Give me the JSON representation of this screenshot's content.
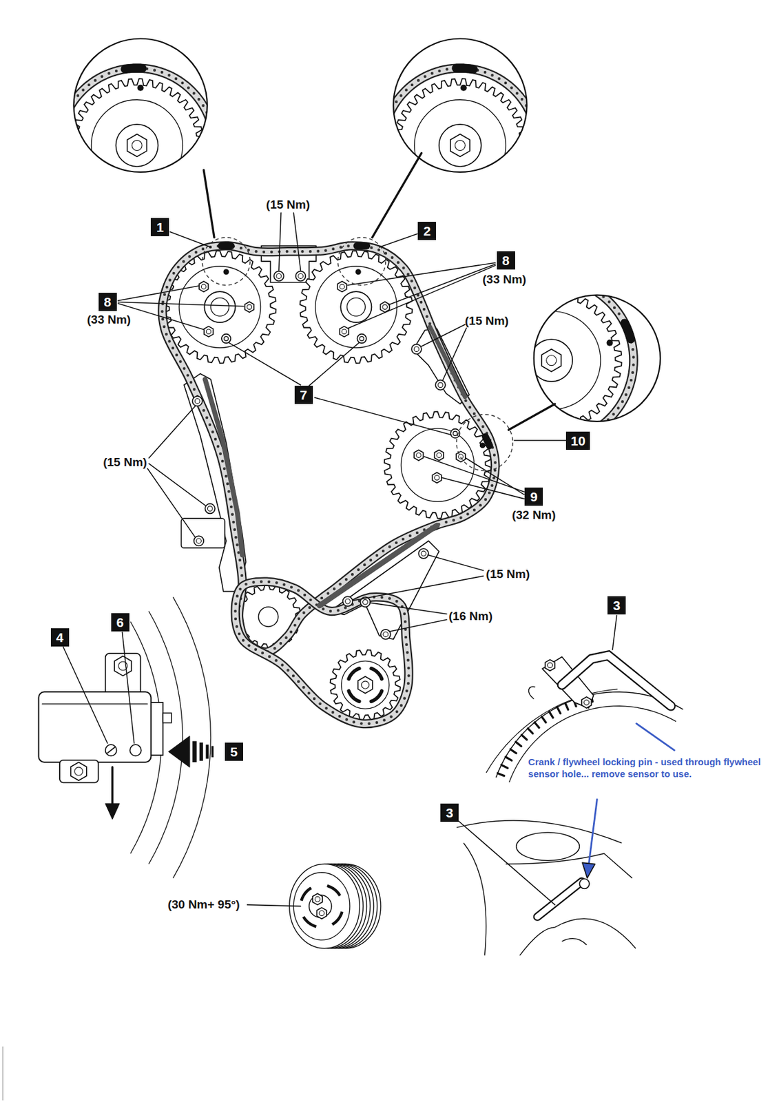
{
  "diagram": {
    "nodes": [
      {
        "text": [
          "1"
        ]
      },
      {
        "text": [
          "2"
        ]
      },
      {
        "text": [
          "8"
        ]
      },
      {
        "text": [
          "8"
        ]
      },
      {
        "text": [
          "7"
        ]
      },
      {
        "text": [
          "10"
        ]
      },
      {
        "text": [
          "9"
        ]
      },
      {
        "text": [
          "3"
        ]
      },
      {
        "text": [
          "6"
        ]
      },
      {
        "text": [
          "4"
        ]
      },
      {
        "text": [
          "5"
        ]
      },
      {
        "text": [
          "3"
        ]
      }
    ],
    "labels": [
      "(15 Nm)",
      "(33 Nm)",
      "(33 Nm)",
      "(15 Nm)",
      "(15 Nm)",
      "(32 Nm)",
      "(15 Nm)",
      "(16 Nm)",
      "Crank / flywheel locking pin - used through flywheel sensor hole... remove sensor to use.",
      "(30 Nm+ 95°)"
    ]
  }
}
